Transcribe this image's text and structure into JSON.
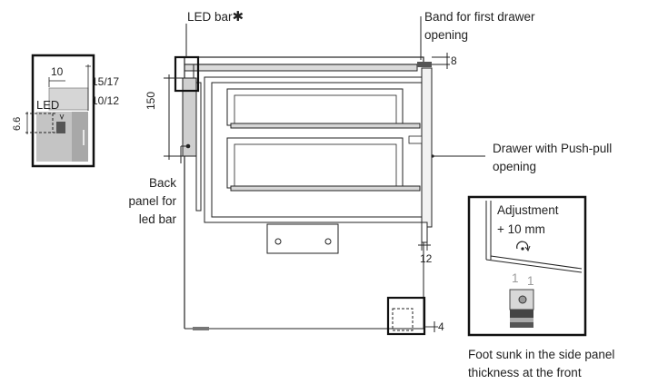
{
  "labels": {
    "led_bar": "LED bar",
    "band_line1": "Band for first drawer",
    "band_line2": "opening",
    "drawer_line1": "Drawer with Push-pull",
    "drawer_line2": "opening",
    "back_line1": "Back",
    "back_line2": "panel for",
    "back_line3": "led bar",
    "foot_line1": "Foot sunk in the side panel",
    "foot_line2": "thickness at the front"
  },
  "dimensions": {
    "d8": "8",
    "d150": "150",
    "d12": "12",
    "d4": "4",
    "detail_10": "10",
    "detail_15_17": "15/17",
    "detail_10_12": "10/12",
    "detail_led": "LED",
    "detail_6_6": "6.6"
  },
  "adjustment": {
    "line1": "Adjustment",
    "line2": "+ 10 mm",
    "mark_a": "1",
    "mark_b": "1"
  },
  "symbols": {
    "asterisk": "✱"
  }
}
